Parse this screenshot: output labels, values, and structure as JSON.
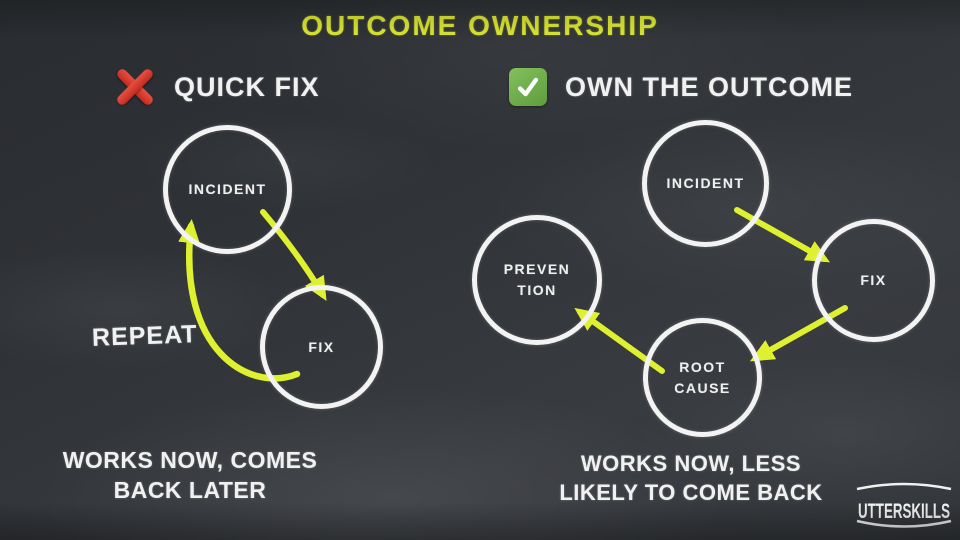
{
  "title": "OUTCOME OWNERSHIP",
  "palette": {
    "chalk_yellow": "#d9e531",
    "arrow_yellow": "#def02e",
    "chalk_white": "#f1f1f1",
    "board_dark": "#2f3236",
    "cross_red": "#d93a2b",
    "check_green": "#6fae4a"
  },
  "left": {
    "heading": "QUICK FIX",
    "heading_icon": "cross-mark-icon",
    "nodes": {
      "incident": "INCIDENT",
      "fix": "FIX"
    },
    "repeat_label": "REPEAT",
    "caption": "WORKS NOW, COMES\nBACK LATER"
  },
  "right": {
    "heading": "OWN THE OUTCOME",
    "heading_icon": "check-mark-icon",
    "nodes": {
      "incident": "INCIDENT",
      "fix": "FIX",
      "root_cause": "ROOT\nCAUSE",
      "prevention": "PREVEN\nTION"
    },
    "caption": "WORKS NOW, LESS\nLIKELY TO COME BACK"
  },
  "logo": "UTTERSKILLS"
}
